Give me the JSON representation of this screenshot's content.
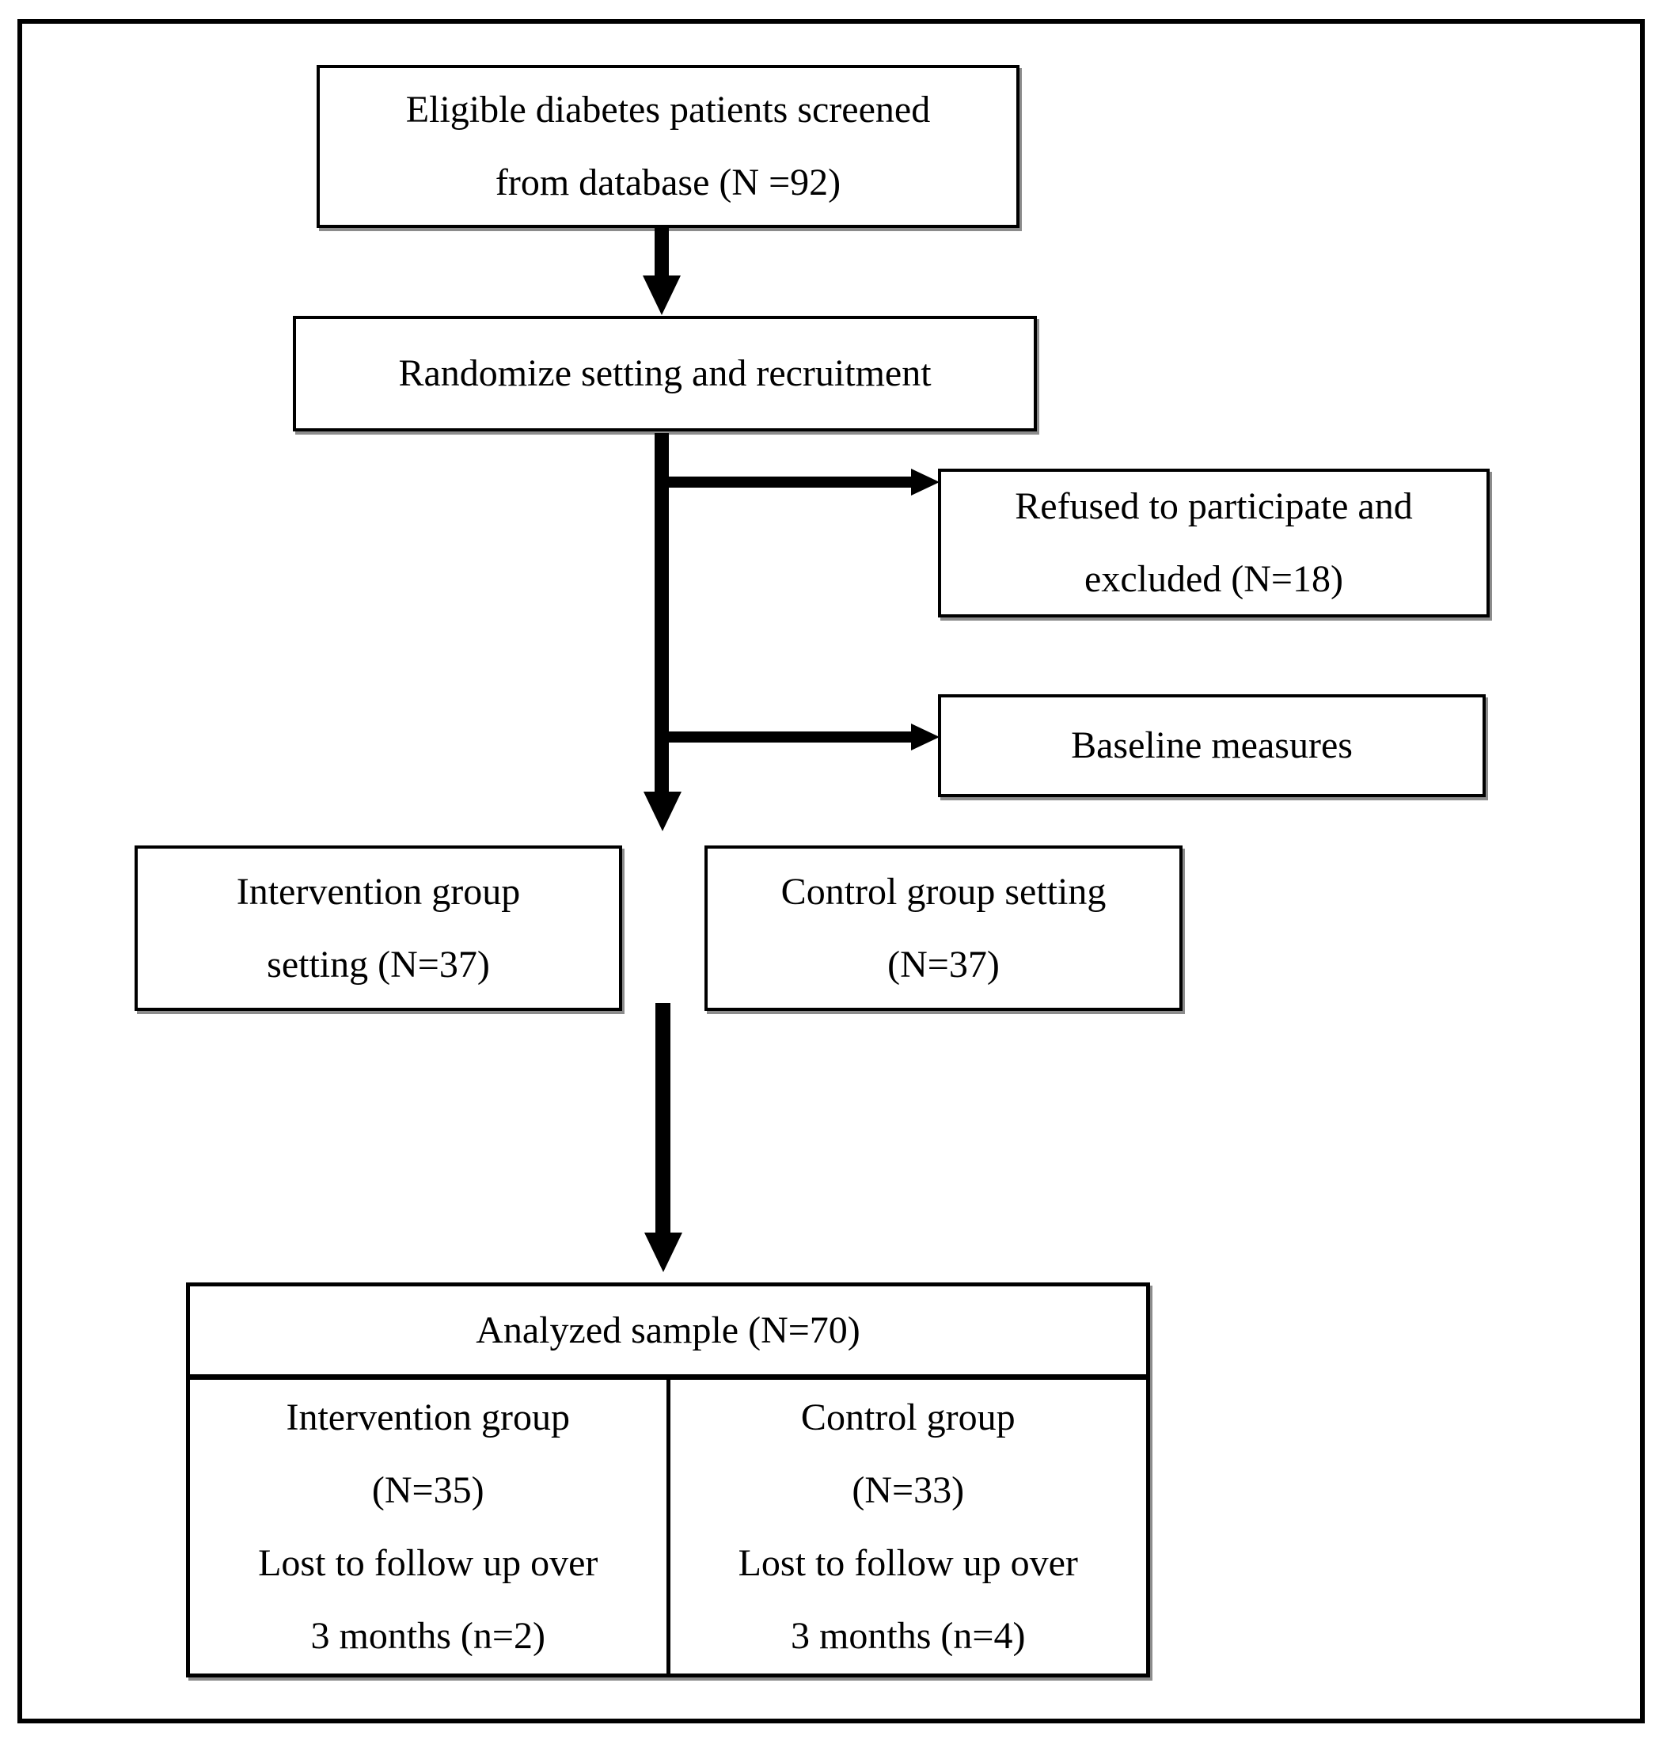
{
  "figure": {
    "background_color": "#ffffff",
    "border_color": "#000000",
    "text_color": "#000000",
    "nodes": {
      "screened": {
        "lines": [
          "Eligible diabetes patients screened",
          "from database (N =92)"
        ]
      },
      "randomize": {
        "lines": [
          "Randomize setting and recruitment"
        ]
      },
      "refused": {
        "lines": [
          "Refused to participate and",
          "excluded (N=18)"
        ]
      },
      "baseline": {
        "lines": [
          "Baseline measures"
        ]
      },
      "intervention_setting": {
        "lines": [
          "Intervention group",
          "setting (N=37)"
        ]
      },
      "control_setting": {
        "lines": [
          "Control group setting",
          "(N=37)"
        ]
      },
      "analyzed": {
        "header": "Analyzed sample (N=70)",
        "columns": [
          {
            "lines": [
              "Intervention group",
              "(N=35)",
              "Lost to follow up over",
              "3 months (n=2)"
            ]
          },
          {
            "lines": [
              "Control group",
              "(N=33)",
              "Lost to follow up over",
              "3 months (n=4)"
            ]
          }
        ]
      }
    }
  }
}
